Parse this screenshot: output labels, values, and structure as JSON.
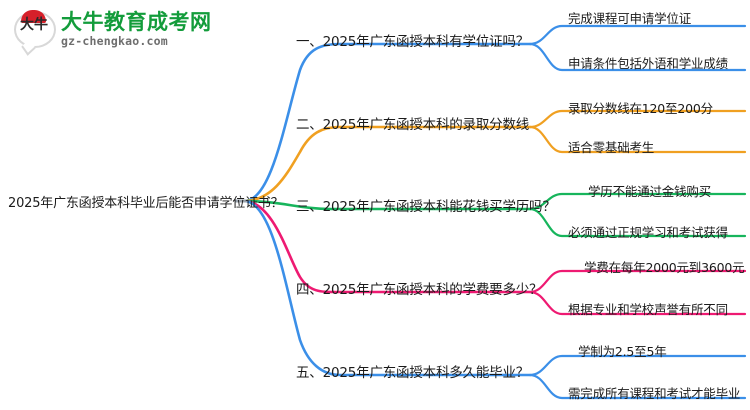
{
  "logo": {
    "mark_text": "大牛",
    "title": "大牛教育成考网",
    "url": "gz-chengkao.com",
    "brand_green": "#139c3b",
    "brand_red": "#d6202a"
  },
  "mindmap": {
    "root": "2025年广东函授本科毕业后能否申请学位证书？",
    "branches": [
      {
        "index": "一",
        "label": "一、2025年广东函授本科有学位证吗？",
        "color": "#3b8fe8",
        "leaves": [
          "完成课程可申请学位证",
          "申请条件包括外语和学业成绩"
        ]
      },
      {
        "index": "二",
        "label": "二、2025年广东函授本科的录取分数线",
        "color": "#f0a021",
        "leaves": [
          "录取分数线在120至200分",
          "适合零基础考生"
        ]
      },
      {
        "index": "三",
        "label": "三、2025年广东函授本科能花钱买学历吗？",
        "color": "#17b55c",
        "leaves": [
          "学历不能通过金钱购买",
          "必须通过正规学习和考试获得"
        ]
      },
      {
        "index": "四",
        "label": "四、2025年广东函授本科的学费要多少？",
        "color": "#ee1a72",
        "leaves": [
          "学费在每年2000元到3600元",
          "根据专业和学校声誉有所不同"
        ]
      },
      {
        "index": "五",
        "label": "五、2025年广东函授本科多久能毕业？",
        "color": "#3b8fe8",
        "leaves": [
          "学制为2.5至5年",
          "需完成所有课程和考试才能毕业"
        ]
      }
    ]
  }
}
